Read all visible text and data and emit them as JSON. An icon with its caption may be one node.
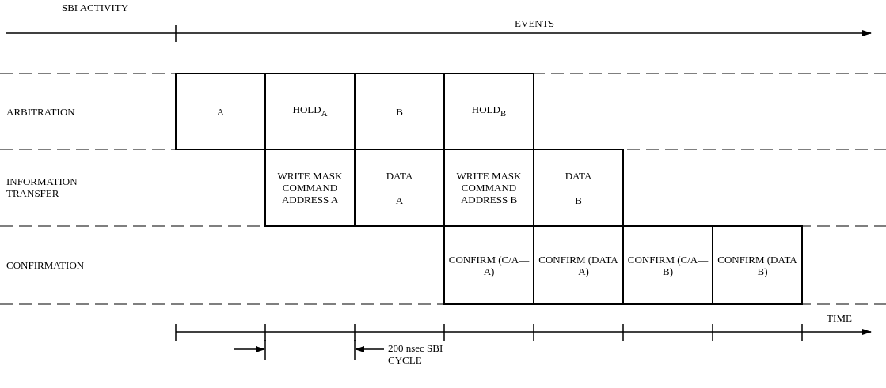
{
  "diagram": {
    "nodes": [
      {
        "text": [
          "A"
        ]
      },
      {
        "text": [
          "HOLD$_{A}$"
        ]
      },
      {
        "text": [
          "B"
        ]
      },
      {
        "text": [
          "HOLD$_{B}$"
        ]
      },
      {
        "text": [
          "WRITE MASK COMMAND ADDRESS A"
        ]
      },
      {
        "text": [
          "DATA",
          "A"
        ]
      },
      {
        "text": [
          "WRITE MASK COMMAND ADDRESS B"
        ]
      },
      {
        "text": [
          "DATA",
          "B"
        ]
      },
      {
        "text": [
          "CONFIRM (C/A—A)"
        ]
      },
      {
        "text": [
          "CONFIRM (DATA—A)"
        ]
      },
      {
        "text": [
          "CONFIRM (C/A—B)"
        ]
      },
      {
        "text": [
          "CONFIRM (DATA—B)"
        ]
      }
    ],
    "edges": [],
    "labels": [
      "SBI ACTIVITY",
      "EVENTS",
      "ARBITRATION",
      "INFORMATION TRANSFER",
      "CONFIRMATION",
      "TIME",
      "200 nsec SBI CYCLE"
    ]
  }
}
